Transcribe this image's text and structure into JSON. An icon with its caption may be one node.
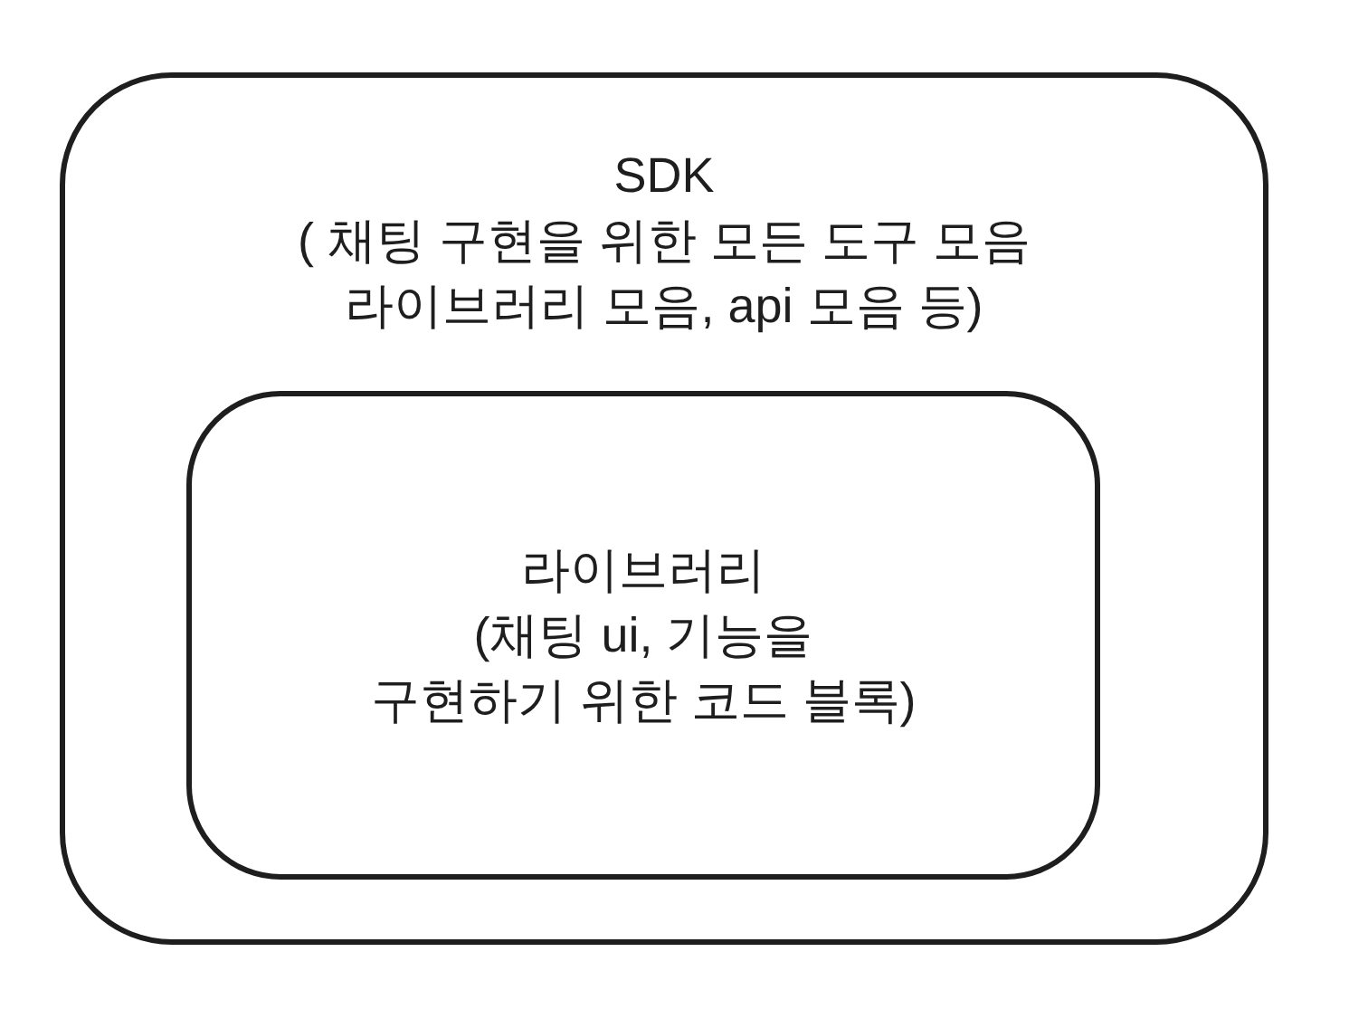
{
  "diagram": {
    "nodes": [
      {
        "text": [
          "SDK",
          "( 채팅 구현을 위한 모든 도구 모음 라이브러리 모음, api 모음 등)"
        ]
      },
      {
        "text": [
          "라이브러리",
          "(채팅 ui, 기능을 구현하기 위한 코드 블록)"
        ],
        "in": 0
      }
    ]
  }
}
